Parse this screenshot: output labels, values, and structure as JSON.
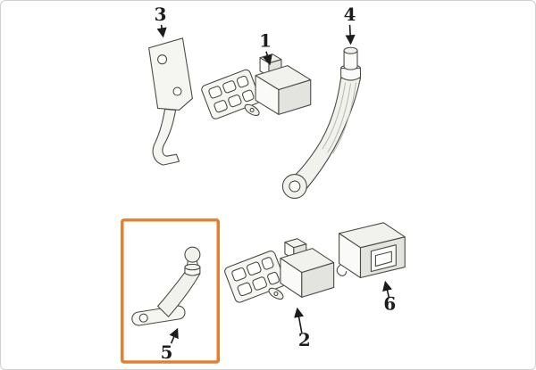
{
  "diagram": {
    "highlight_color": "#e08030"
  },
  "parts": [
    {
      "label": "1",
      "highlighted": false
    },
    {
      "label": "2",
      "highlighted": false
    },
    {
      "label": "3",
      "highlighted": false
    },
    {
      "label": "4",
      "highlighted": false
    },
    {
      "label": "5",
      "highlighted": true
    },
    {
      "label": "6",
      "highlighted": false
    }
  ]
}
